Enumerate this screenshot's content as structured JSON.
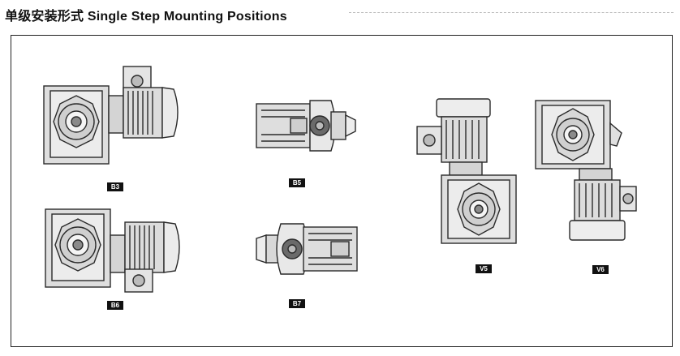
{
  "title": "单级安装形式 Single Step Mounting Positions",
  "positions": [
    {
      "id": "B3",
      "label": "B3"
    },
    {
      "id": "B5",
      "label": "B5"
    },
    {
      "id": "B6",
      "label": "B6"
    },
    {
      "id": "B7",
      "label": "B7"
    },
    {
      "id": "V5",
      "label": "V5"
    },
    {
      "id": "V6",
      "label": "V6"
    }
  ],
  "colors": {
    "stroke": "#2a2a2a",
    "fill": "#e6e6e6",
    "dark": "#6a6a6a",
    "label_bg": "#111111"
  }
}
